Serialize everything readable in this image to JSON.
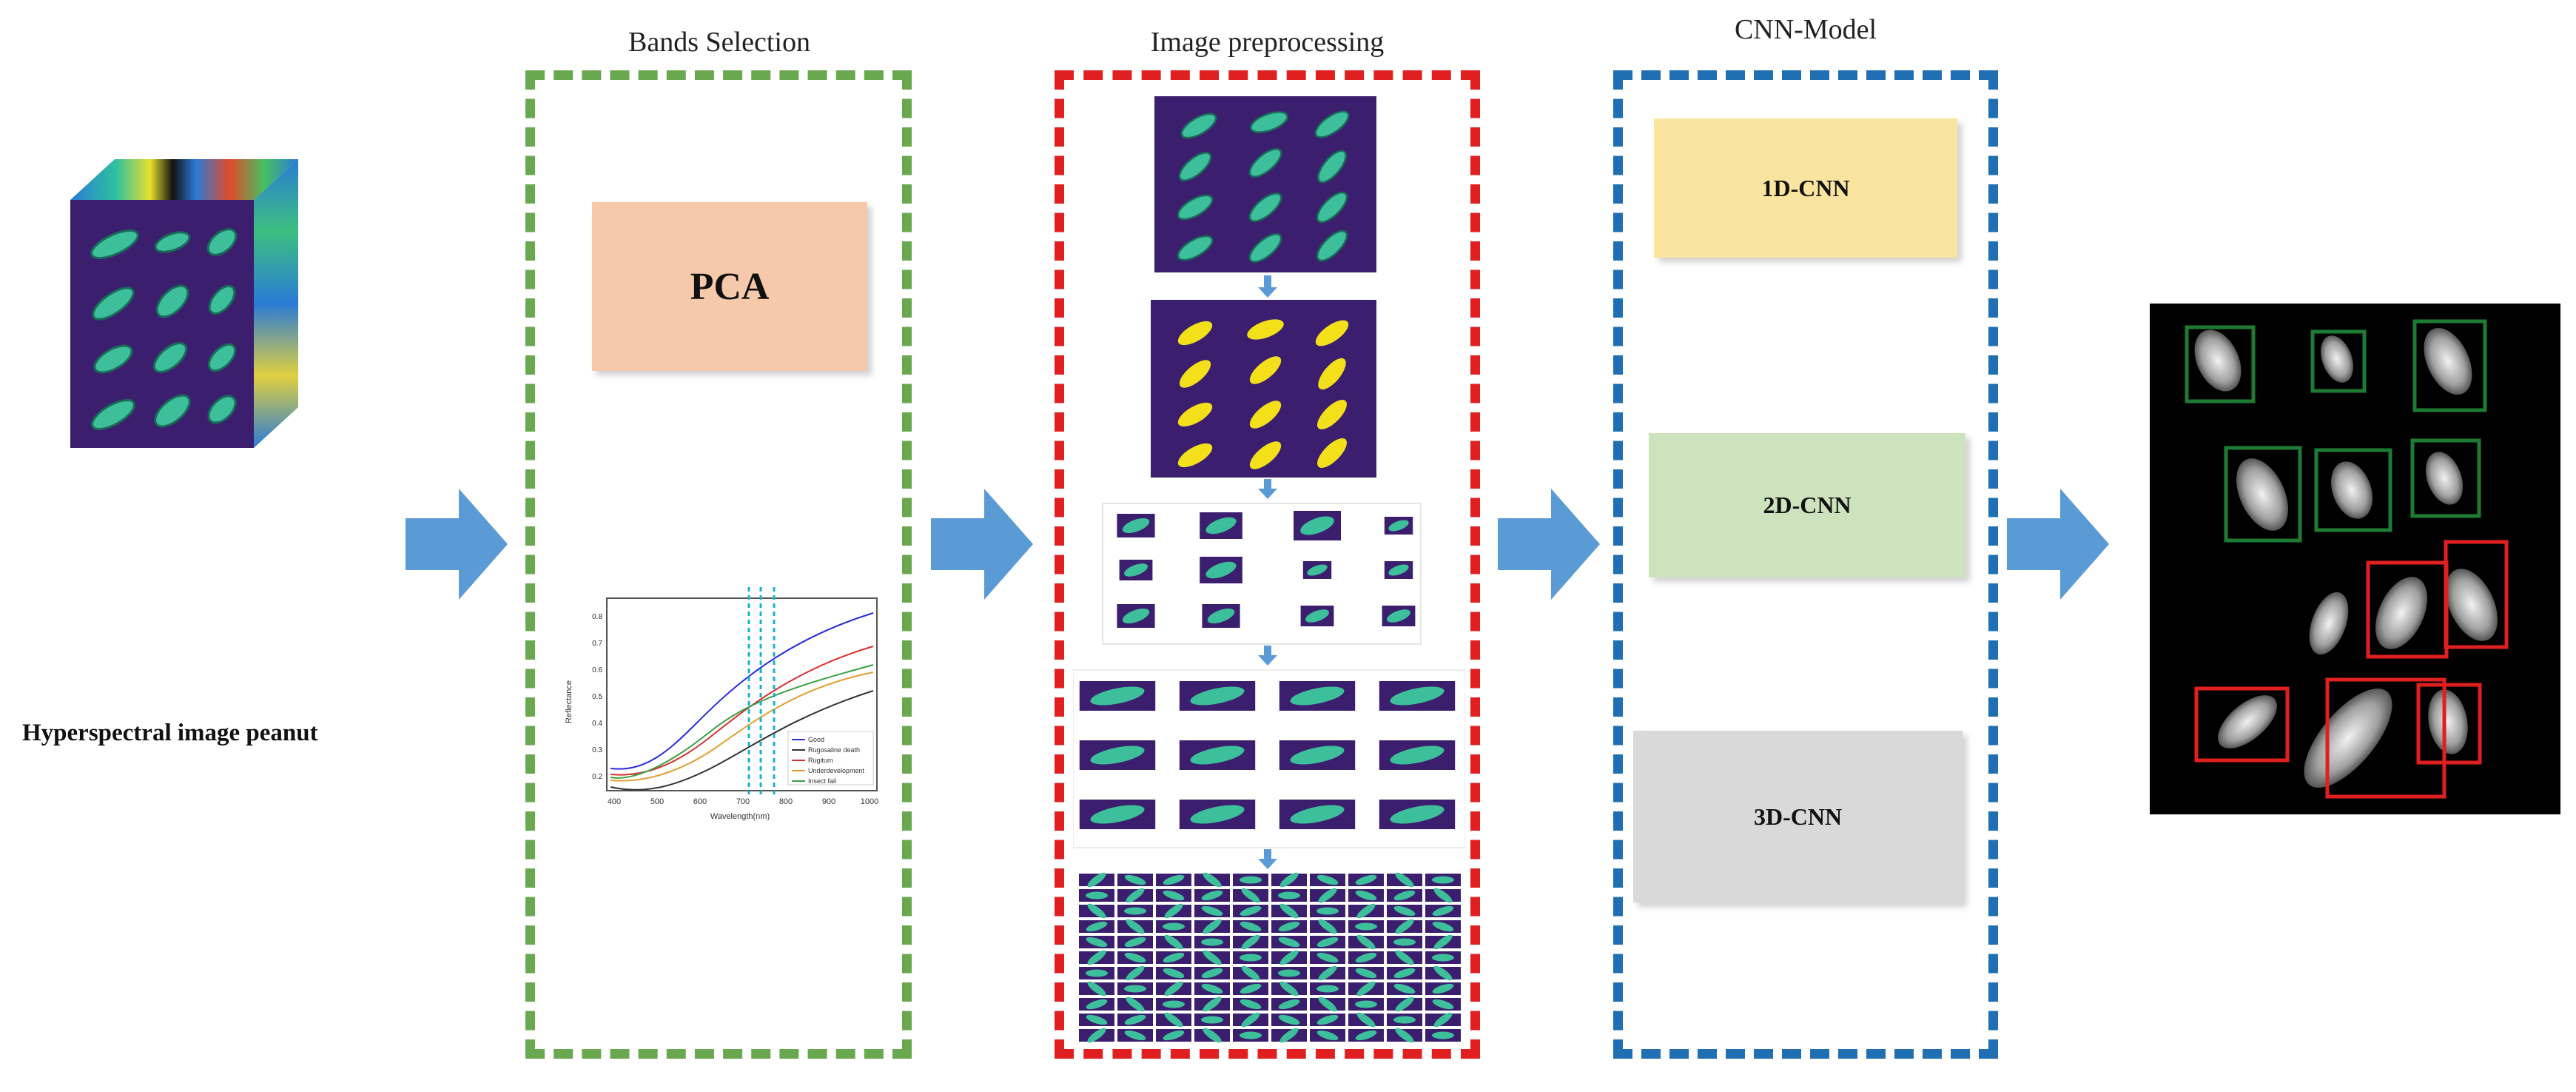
{
  "stages": {
    "input": {
      "caption": "Hyperspectral image peanut"
    },
    "bands": {
      "title": "Bands Selection",
      "box_label": "PCA",
      "frame_color": "#6aa84f",
      "box_color": "#f6c9ab"
    },
    "preprocess": {
      "title": "Image preprocessing",
      "frame_color": "#e02020"
    },
    "cnn": {
      "title": "CNN-Model",
      "frame_color": "#1f6fb2",
      "models": [
        {
          "label": "1D-CNN",
          "color": "#fbe4a0"
        },
        {
          "label": "2D-CNN",
          "color": "#cde3bd"
        },
        {
          "label": "3D-CNN",
          "color": "#d9d9d9"
        }
      ]
    },
    "output": {
      "good_color": "#1e7b34",
      "bad_color": "#e02020"
    }
  },
  "arrow_color": "#5b9bd5",
  "spectral_plot": {
    "legend": [
      "Good",
      "Rugosaline death",
      "Rugitum",
      "Underdevelopment",
      "Insect fail"
    ],
    "xticks": [
      "400",
      "500",
      "600",
      "700",
      "800",
      "900",
      "1000"
    ],
    "yticks": [
      "0.8",
      "0.7",
      "0.6",
      "0.5",
      "0.4",
      "0.3",
      "0.2"
    ],
    "xlabel": "Wavelength(nm)",
    "ylabel": "Reflectance",
    "series_colors": [
      "#2b2bd8",
      "#333333",
      "#d83030",
      "#e0a030",
      "#3aa040"
    ]
  }
}
